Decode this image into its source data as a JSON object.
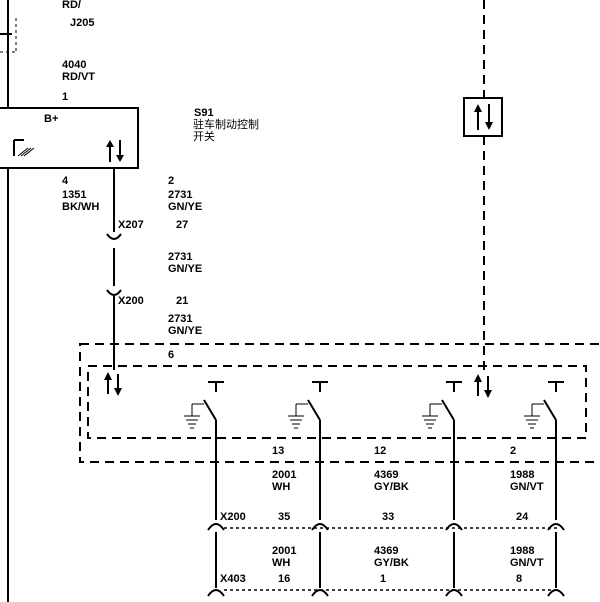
{
  "top": {
    "rd_fragment": "RD/",
    "j205": "J205",
    "wire_4040": "4040",
    "wire_4040_color": "RD/VT",
    "pin_1": "1"
  },
  "module": {
    "bplus": "B+",
    "pin_4": "4",
    "pin_2": "2"
  },
  "s91": {
    "id": "S91",
    "name_line1": "驻车制动控制",
    "name_line2": "开关"
  },
  "left_wire": {
    "num": "1351",
    "color": "BK/WH"
  },
  "mid_wires": [
    {
      "num": "2731",
      "color": "GN/YE"
    },
    {
      "num": "2731",
      "color": "GN/YE"
    },
    {
      "num": "2731",
      "color": "GN/YE"
    }
  ],
  "connectors": {
    "x207": "X207",
    "x207_pin": "27",
    "x200_top": "X200",
    "x200_top_pin": "21"
  },
  "switch_box": {
    "pin_6": "6"
  },
  "bottom_pins": {
    "p13": "13",
    "p12": "12",
    "p2": "2"
  },
  "bottom_wires": [
    {
      "num": "2001",
      "color": "WH"
    },
    {
      "num": "4369",
      "color": "GY/BK"
    },
    {
      "num": "1988",
      "color": "GN/VT"
    }
  ],
  "bottom_wires_2": [
    {
      "num": "2001",
      "color": "WH"
    },
    {
      "num": "4369",
      "color": "GY/BK"
    },
    {
      "num": "1988",
      "color": "GN/VT"
    }
  ],
  "x200_bottom": {
    "label": "X200",
    "pin_a": "35",
    "pin_b": "33",
    "pin_c": "24"
  },
  "x403": {
    "label": "X403",
    "pin_a": "16",
    "pin_b": "1",
    "pin_c": "8"
  }
}
